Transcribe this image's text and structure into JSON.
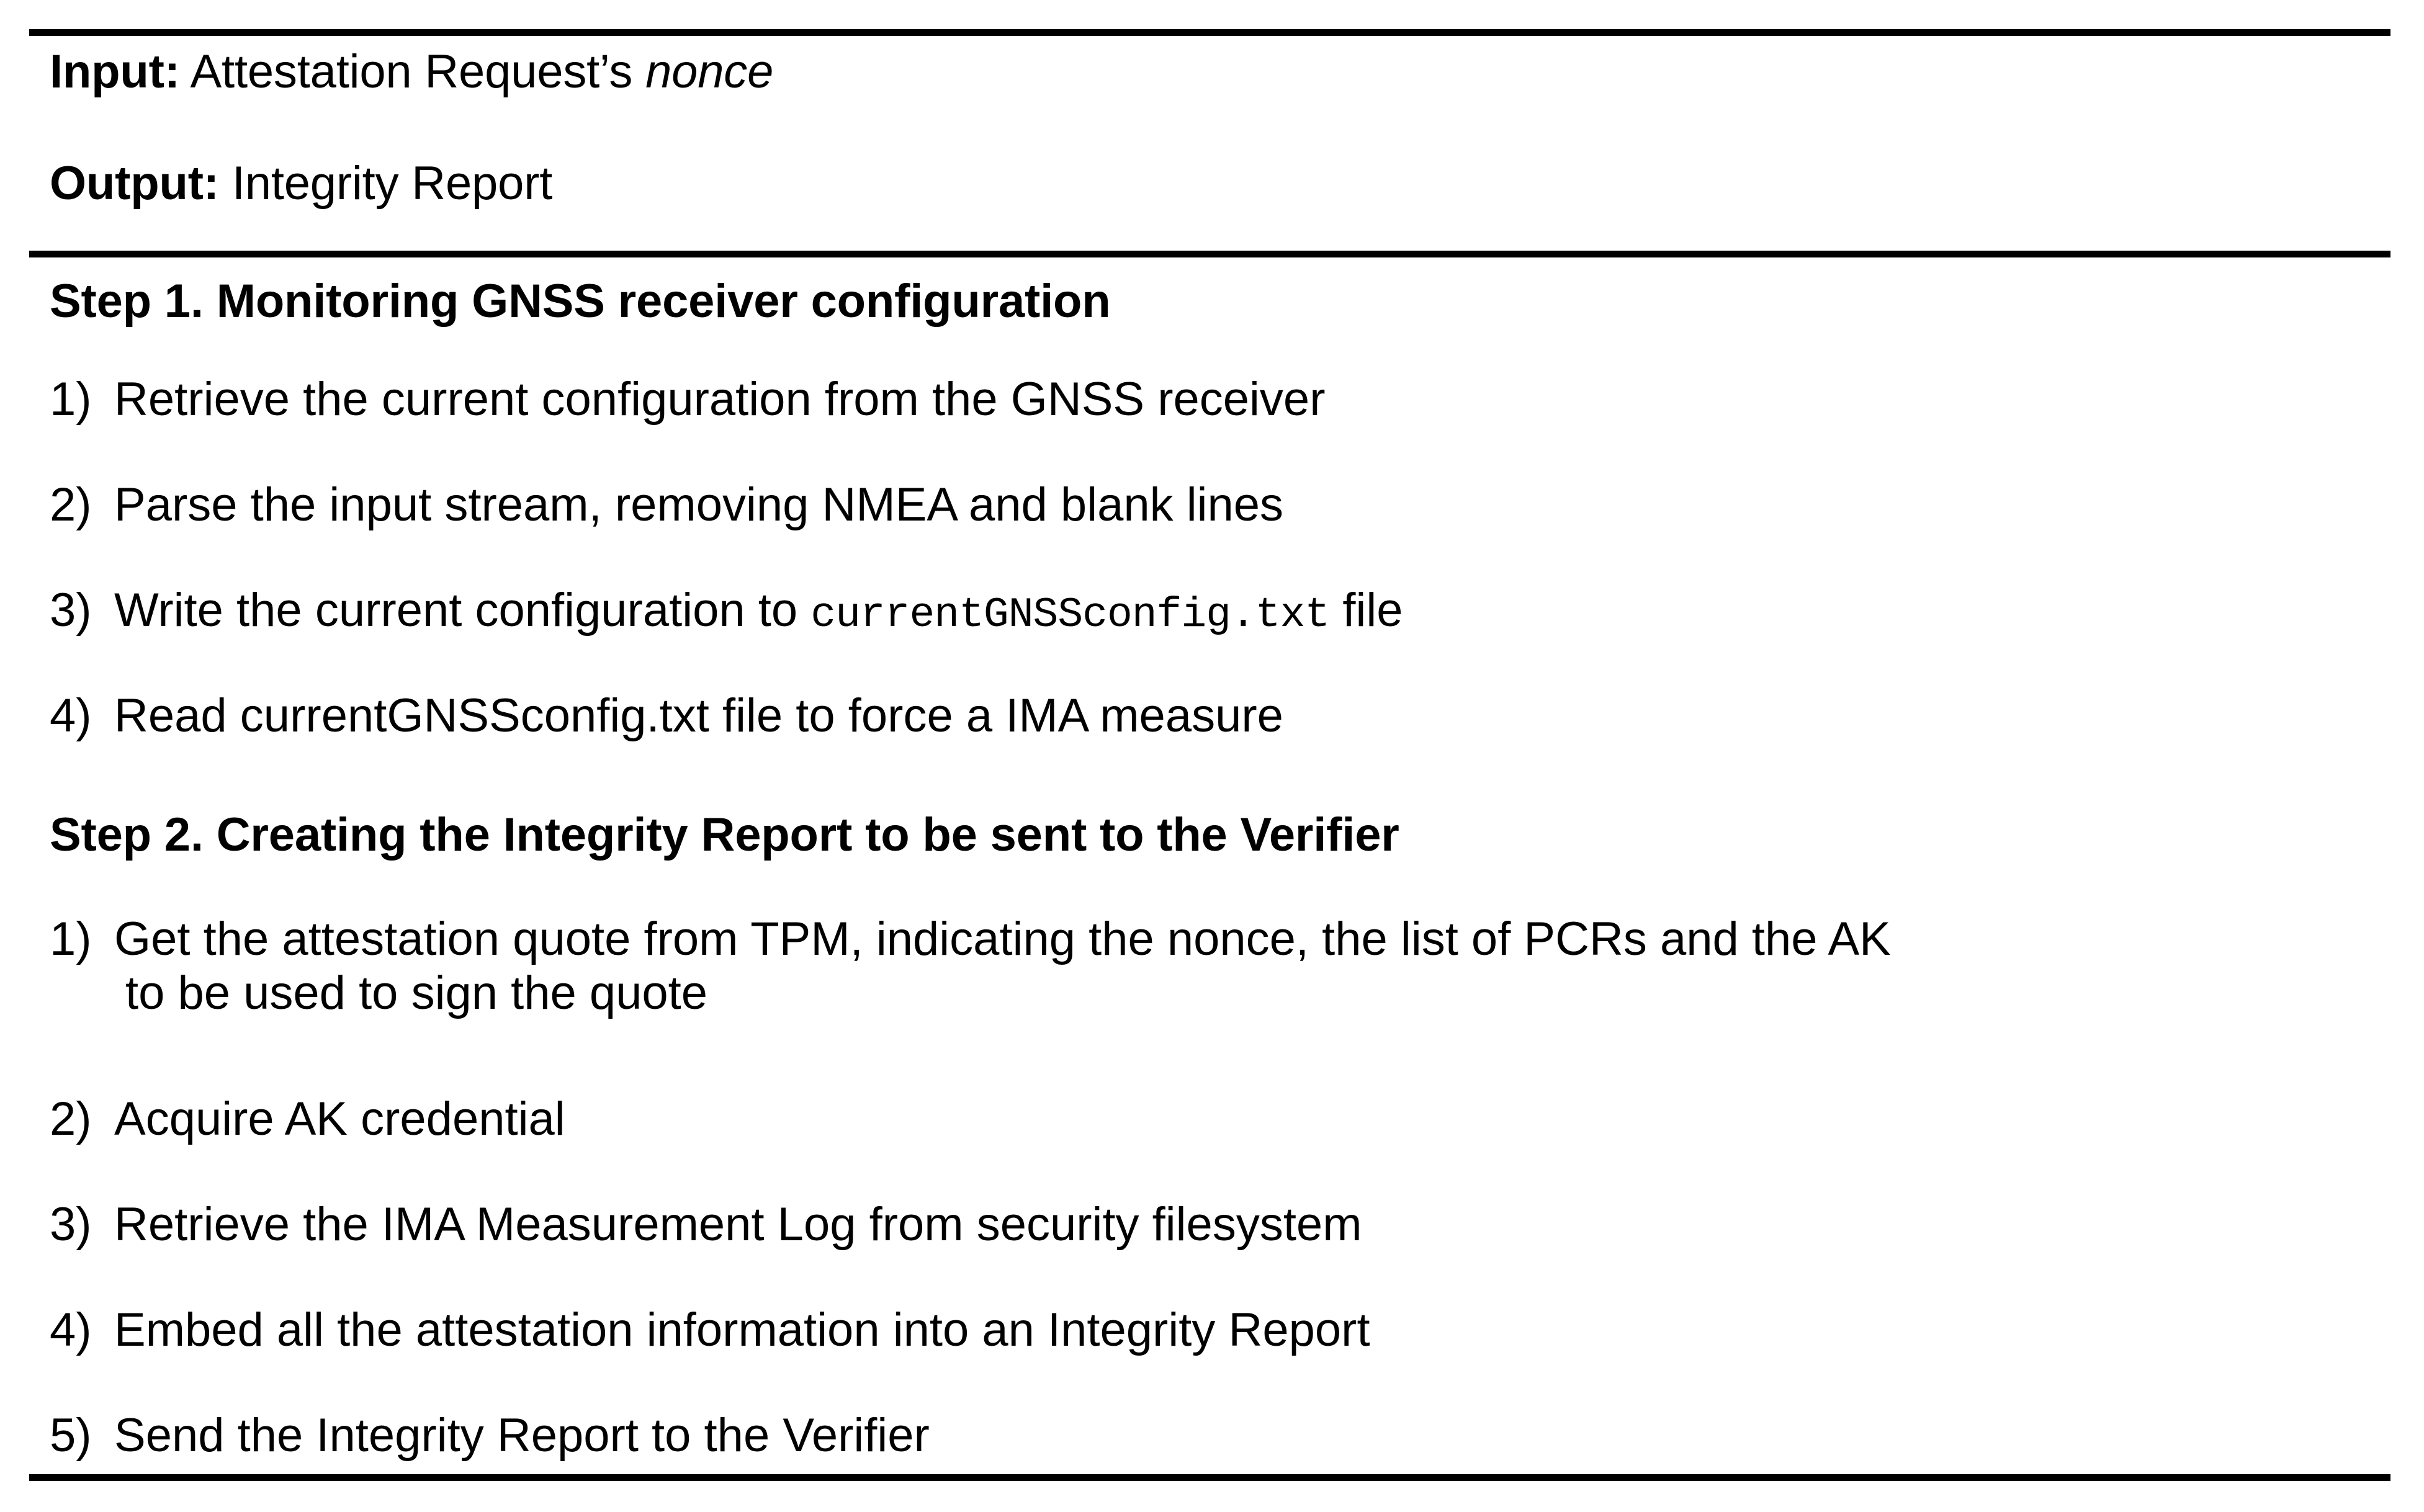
{
  "algorithm": {
    "io": {
      "input_label": "Input:",
      "input_value_plain": "Attestation Request’s ",
      "input_value_italic": "nonce",
      "output_label": "Output:",
      "output_value": "Integrity Report"
    },
    "steps": [
      {
        "heading": "Step 1. Monitoring GNSS receiver configuration",
        "items": [
          {
            "number": "1)",
            "text": "Retrieve the current configuration from the GNSS receiver"
          },
          {
            "number": "2)",
            "text": "Parse the input stream, removing NMEA and blank lines"
          },
          {
            "number": "3)",
            "text_before": "Write the current configuration to ",
            "text_mono": "currentGNSSconfig.txt",
            "text_after": " file"
          },
          {
            "number": "4)",
            "text": "Read currentGNSSconfig.txt file to force a IMA measure"
          }
        ]
      },
      {
        "heading": "Step 2. Creating the Integrity Report to be sent to the Verifier",
        "items": [
          {
            "number": "1)",
            "text": "Get the attestation quote from TPM, indicating the nonce, the list of PCRs and the AK",
            "continuation": "to be used to sign the quote"
          },
          {
            "number": "2)",
            "text": "Acquire AK credential"
          },
          {
            "number": "3)",
            "text": "Retrieve the IMA Measurement Log from security filesystem"
          },
          {
            "number": "4)",
            "text": "Embed all the attestation information into an Integrity Report"
          },
          {
            "number": "5)",
            "text": "Send the Integrity Report to the Verifier"
          }
        ]
      }
    ]
  }
}
